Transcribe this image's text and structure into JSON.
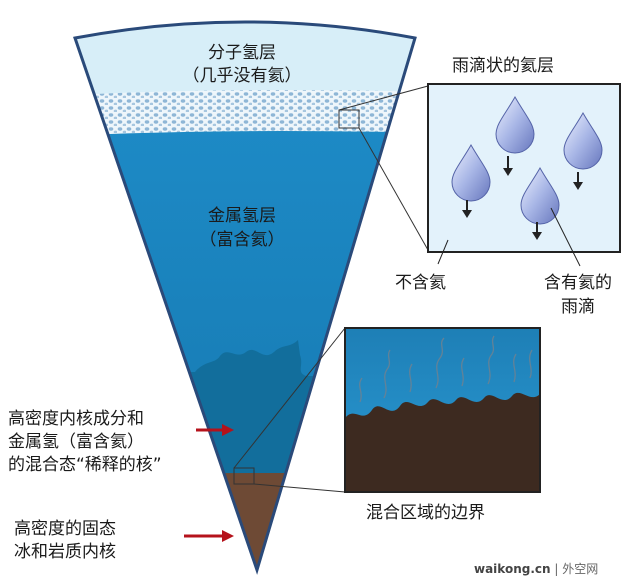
{
  "layers": {
    "molecular": {
      "line1": "分子氢层",
      "line2": "（几乎没有氦）"
    },
    "metallic": {
      "line1": "金属氢层",
      "line2": "（富含氦）"
    }
  },
  "inset_top": {
    "title": "雨滴状的氦层",
    "no_helium": "不含氦",
    "with_helium_line1": "含有氦的",
    "with_helium_line2": "雨滴"
  },
  "inset_bottom": {
    "caption": "混合区域的边界"
  },
  "annotations": {
    "dilute_core": [
      "高密度内核成分和",
      "金属氢（富含氦）",
      "的混合态“稀释的核”"
    ],
    "solid_core": [
      "高密度的固态",
      "冰和岩质内核"
    ]
  },
  "watermark": {
    "site": "waikong.cn",
    "sep": " | ",
    "name": "外空网"
  },
  "colors": {
    "molecular_layer": "#d7eef8",
    "droplet_band": "#eef6fb",
    "metallic_layer": "#1a86c4",
    "dilute_core": "#126e9c",
    "solid_core": "#6e4a35",
    "arrow": "#b5121b",
    "outline": "#2a4a7a"
  }
}
